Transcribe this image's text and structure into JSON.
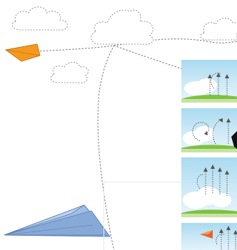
{
  "scene": {
    "background_color": "#ffffff",
    "sky_color": "#a9daf0",
    "grass_color": "#7cc242",
    "orange_plane_color": "#f39a1e",
    "blue_plane_color": "#9fbfe6",
    "flight_path_style": "dotted",
    "panels": [
      {
        "element": "airflow-panel-1",
        "icon": "upward-airflow-arrows"
      },
      {
        "element": "airflow-panel-2",
        "icon": "swirling-airflow-arrows"
      },
      {
        "element": "airflow-panel-3",
        "icon": "upward-airflow-arrows"
      },
      {
        "element": "airflow-panel-4",
        "icon": "orange-plane-with-airflow"
      }
    ]
  }
}
